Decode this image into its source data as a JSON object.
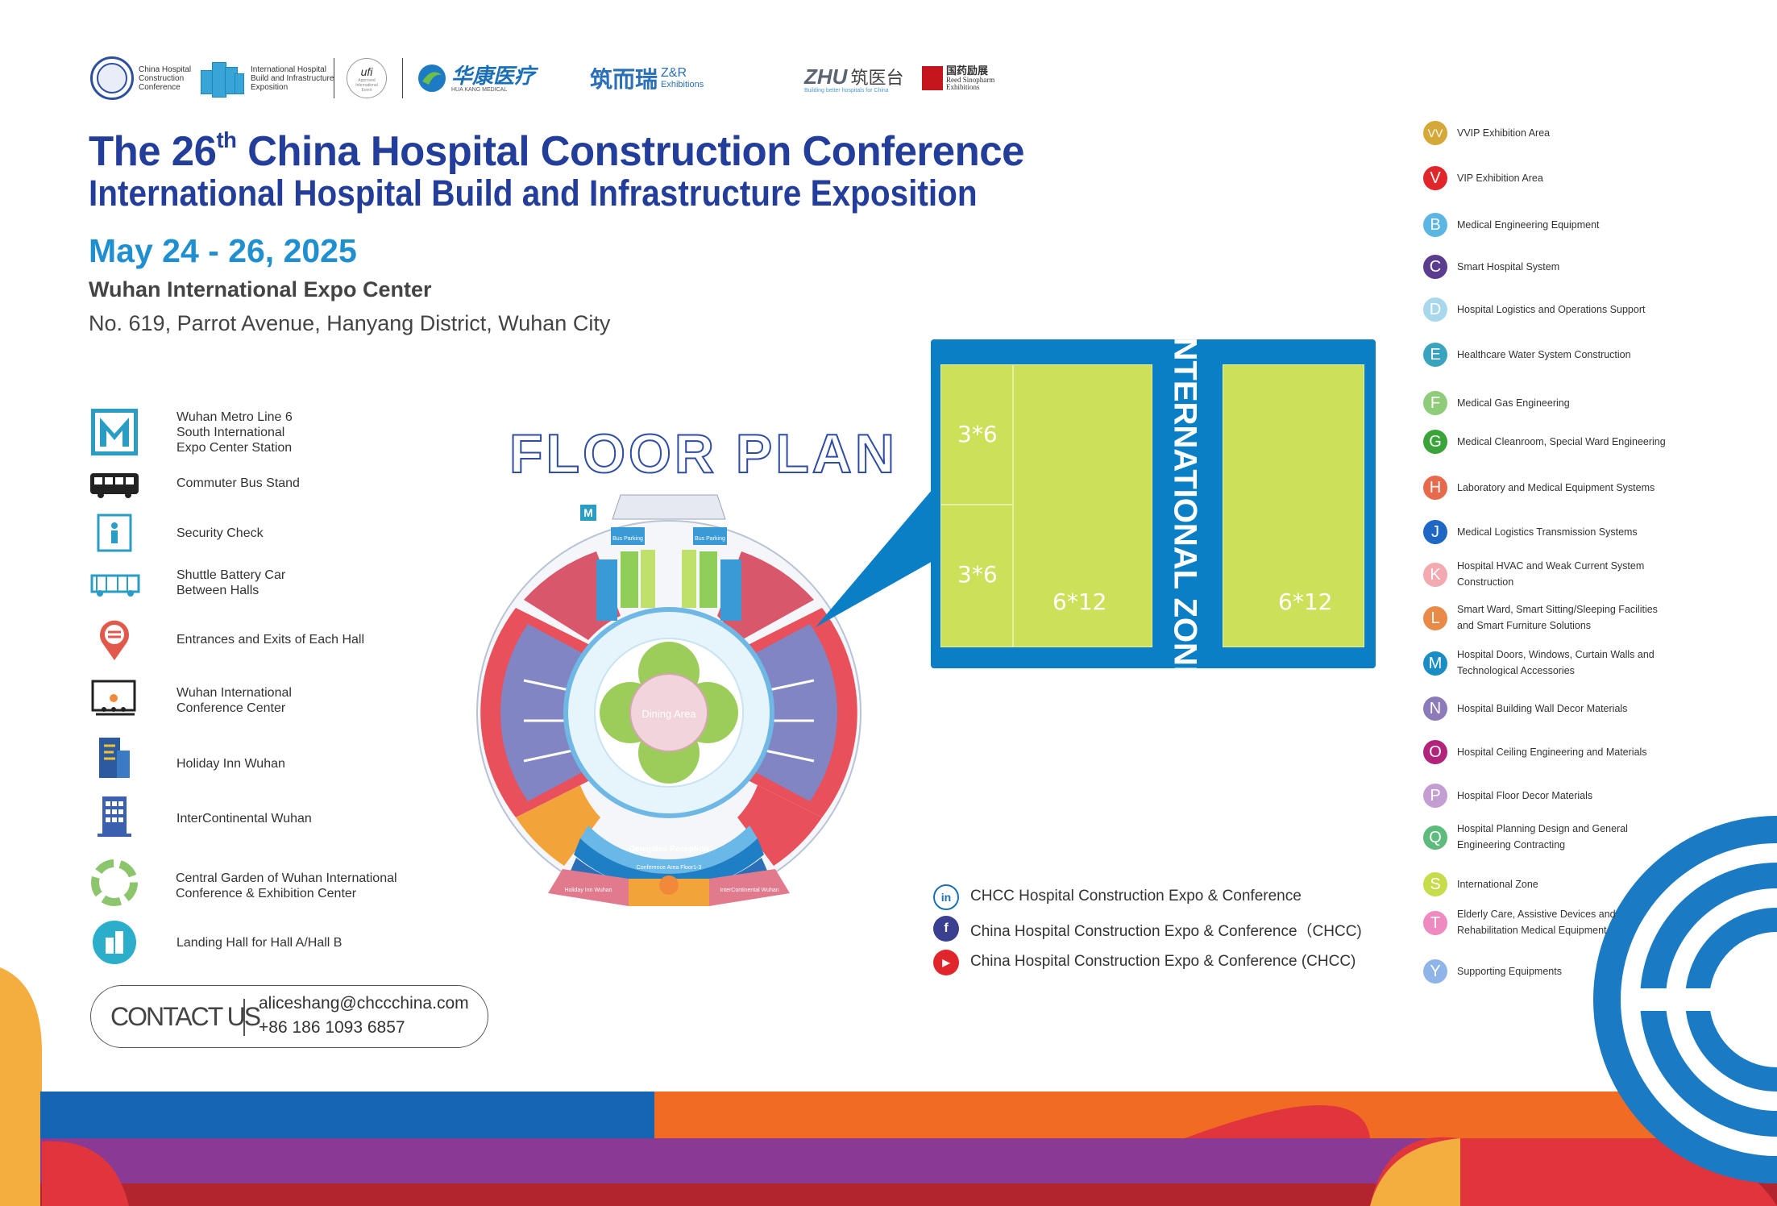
{
  "logos": {
    "chcc": "China Hospital\nConstruction\nConference",
    "exposition": "International Hospital\nBuild and Infrastructure\nExposition",
    "ufi": "ufi",
    "ufi_sub": "Approved\nInternational\nEvent",
    "huakang": "华康医疗",
    "huakang_sub": "HUA KANG MEDICAL",
    "zr": "筑而瑞",
    "zr_en": "Z&R",
    "zr_sub": "Exhibitions",
    "zhu": "ZHU",
    "zhu_cn": "筑医台",
    "zhu_sub": "Building better hospitals for China",
    "reed_cn": "国药励展",
    "reed": "Reed Sinopharm\nExhibitions"
  },
  "title": {
    "line1_pre": "The 26",
    "line1_sup": "th",
    "line1_post": " China Hospital Construction Conference",
    "line2": "International Hospital Build and Infrastructure Exposition",
    "date": "May 24 - 26, 2025",
    "venue": "Wuhan International Expo Center",
    "address": "No. 619, Parrot Avenue, Hanyang District, Wuhan City"
  },
  "facilities": [
    {
      "label": "Wuhan Metro Line 6\nSouth International\nExpo Center Station",
      "icon": "metro-icon"
    },
    {
      "label": "Commuter Bus Stand",
      "icon": "bus-icon"
    },
    {
      "label": "Security Check",
      "icon": "security-check-icon"
    },
    {
      "label": "Shuttle Battery Car\nBetween Halls",
      "icon": "shuttle-car-icon"
    },
    {
      "label": "Entrances and Exits of Each Hall",
      "icon": "entrance-exit-icon"
    },
    {
      "label": "Wuhan International\nConference Center",
      "icon": "conference-center-icon"
    },
    {
      "label": "Holiday Inn Wuhan",
      "icon": "holiday-inn-icon"
    },
    {
      "label": "InterContinental Wuhan",
      "icon": "intercontinental-icon"
    },
    {
      "label": "Central Garden of Wuhan International\nConference & Exhibition Center",
      "icon": "garden-icon"
    },
    {
      "label": "Landing Hall for Hall A/Hall B",
      "icon": "landing-hall-icon"
    }
  ],
  "floor_plan": {
    "title": "FLOOR PLAN",
    "dining": "Dining Area",
    "delegates": "Delegates Reception",
    "conference_area": "Conference Area Floor1-3",
    "holiday": "Holiday Inn Wuhan",
    "intercontinental": "InterContinental Wuhan",
    "bus_parking": "Bus Parking"
  },
  "zone": {
    "title": "INTERNATIONAL ZONE",
    "box_small_1": "3*6",
    "box_small_2": "3*6",
    "box_large_1": "6*12",
    "box_large_2": "6*12"
  },
  "exhibition_areas": [
    {
      "code": "VV",
      "label": "VVIP Exhibition Area",
      "color": "#d4a93a"
    },
    {
      "code": "V",
      "label": "VIP Exhibition Area",
      "color": "#e0262a"
    },
    {
      "code": "B",
      "label": "Medical Engineering Equipment",
      "color": "#5cb6e4"
    },
    {
      "code": "C",
      "label": "Smart Hospital System",
      "color": "#5b3c8f"
    },
    {
      "code": "D",
      "label": "Hospital Logistics and Operations Support",
      "color": "#a9d8ec"
    },
    {
      "code": "E",
      "label": "Healthcare Water System Construction",
      "color": "#3aa4bf"
    },
    {
      "code": "F",
      "label": "Medical Gas Engineering",
      "color": "#8fcc7a"
    },
    {
      "code": "G",
      "label": "Medical Cleanroom, Special Ward Engineering",
      "color": "#3aa33a"
    },
    {
      "code": "H",
      "label": "Laboratory and Medical Equipment Systems",
      "color": "#e76a4c"
    },
    {
      "code": "J",
      "label": "Medical Logistics Transmission Systems",
      "color": "#1f67c4"
    },
    {
      "code": "K",
      "label": "Hospital HVAC and Weak Current System Construction",
      "color": "#f2a9b0"
    },
    {
      "code": "L",
      "label": "Smart Ward, Smart Sitting/Sleeping Facilities and Smart Furniture Solutions",
      "color": "#e98b47"
    },
    {
      "code": "M",
      "label": "Hospital Doors, Windows, Curtain Walls and Technological Accessories",
      "color": "#1a8dc4"
    },
    {
      "code": "N",
      "label": "Hospital Building Wall Decor Materials",
      "color": "#8c7bb8"
    },
    {
      "code": "O",
      "label": "Hospital Ceiling Engineering and Materials",
      "color": "#b2247a"
    },
    {
      "code": "P",
      "label": "Hospital Floor Decor Materials",
      "color": "#c29fd0"
    },
    {
      "code": "Q",
      "label": "Hospital Planning Design and General Engineering Contracting",
      "color": "#5dbb7c"
    },
    {
      "code": "S",
      "label": "International Zone",
      "color": "#c7dc4a"
    },
    {
      "code": "T",
      "label": "Elderly Care, Assistive Devices and Rehabilitation Medical Equipment",
      "color": "#ee8ac0"
    },
    {
      "code": "Y",
      "label": "Supporting Equipments",
      "color": "#8fb4e8"
    }
  ],
  "social": [
    {
      "label": "CHCC Hospital Construction Expo & Conference",
      "icon": "linkedin-icon",
      "glyph": "in",
      "color": "#1b6fb5"
    },
    {
      "label": "China Hospital Construction Expo & Conference（CHCC)",
      "icon": "facebook-icon",
      "glyph": "f",
      "color": "#3b3f8f"
    },
    {
      "label": "China Hospital Construction Expo & Conference (CHCC)",
      "icon": "youtube-icon",
      "glyph": "▶",
      "color": "#e0262a"
    }
  ],
  "contact": {
    "label": "CONTACT US",
    "email": "aliceshang@chccchina.com",
    "phone": "+86 186 1093 6857"
  },
  "colors": {
    "title_blue": "#233e9a",
    "date_blue": "#1f8fd0",
    "zone_blue": "#0b7fc6",
    "zone_green": "#cde05a",
    "band_blue": "#1565b4",
    "band_orange": "#f26b23",
    "band_purple": "#8a3a93",
    "band_red": "#b2242e"
  }
}
